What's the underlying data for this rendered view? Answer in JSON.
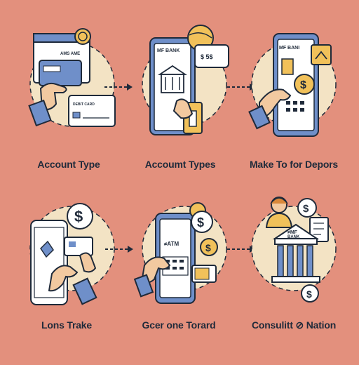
{
  "colors": {
    "background": "#E3907D",
    "cream": "#F3E3C4",
    "blue": "#6F8FC9",
    "gold": "#F1C15A",
    "skin": "#F2C9A0",
    "outline": "#1f2a3a"
  },
  "steps": [
    {
      "caption": "Account Type",
      "card_text": "AMS AME",
      "card2_text": "DEBIT CARD"
    },
    {
      "caption": "Accoumt Types",
      "brand": "MF BANK",
      "bubble_text": "$ 5$"
    },
    {
      "caption": "Make To for Depors",
      "brand": "MF BANI"
    },
    {
      "caption": "Lons Trake"
    },
    {
      "caption": "Gcer one Torard",
      "screen_text": "≠ATM"
    },
    {
      "caption": "Consulitt ⊘ Nation",
      "bank_text_1": "≠MF",
      "bank_text_2": "BANK"
    }
  ],
  "icons": {
    "arrow": "dashed-arrow-right-icon",
    "coin": "dollar-coin-icon"
  }
}
